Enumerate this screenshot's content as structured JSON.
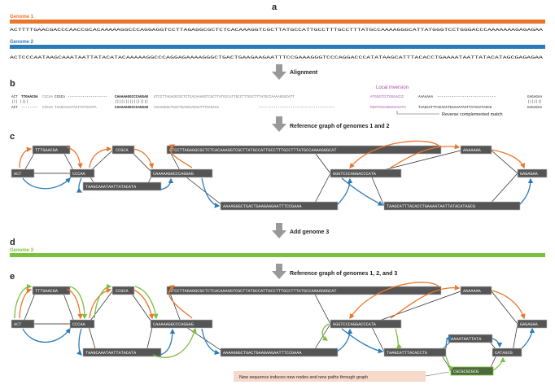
{
  "panels": {
    "a": "a",
    "b": "b",
    "c": "c",
    "d": "d",
    "e": "e"
  },
  "colors": {
    "genome1": "#e9762b",
    "genome2": "#2b7bb9",
    "genome3": "#7bbf3f",
    "node": "#555555",
    "inversion": "#a64ca6",
    "new_node": "#4d6b3a"
  },
  "genome1": {
    "name": "Genome 1",
    "sequence": "ACTTTTGAACGACCCAACCGCACAAAAAGGCCCAGGAGGTCCTTAGAGGCGCTCTCACAAAGGTCGCTTATGCCATTGCCTTTGCCTTTATGCCAAAAGGGCATTATGGGTCCTGGGACCCAAAAAAAGAGAGAA"
  },
  "genome2": {
    "name": "Genome 2",
    "sequence": "ACTCCCAATAAGCAAATAATTATACATACAAAAAGGCCCAGGAGAAAAGGGCTGACTGAAGAAGAATTTCCGAAAGGGTCCCAGGACCCATATAAGCATTTACACCTGAAAATAATTATACATAGCGAGAGAA"
  },
  "genome3": {
    "name": "Genome 3"
  },
  "steps": {
    "alignment": "Alignment",
    "ref12": "Reference  graph  of genomes 1 and 2",
    "add3": "Add genome 3",
    "ref123": "Reference graph of genomes 1, 2, and 3"
  },
  "alignment": {
    "local_inversion": "Local inversion",
    "revcomp": "Reverse complemented match",
    "row1": {
      "p1": "ACT",
      "p2": "TTGAACGA",
      "p3": "CCCAA",
      "p4": "CCGCA",
      "dash1": "-------------------",
      "p5": "CAAAAAGGCCCAGGAG",
      "p6": "GTCCTTAGAGGCGCTCTCACAAAGGTCGCTTATGCCATTGCCTTTGCCTTTATGCCAAAAGGGCATT",
      "p7": "ATGGGTCCTGGGACCC",
      "p8": "AAAAAAA",
      "dash2": "----------------------------",
      "p9": "GAGAGAA"
    },
    "bars_a": "|||  ||||",
    "bars_b": "||||||||||||||||",
    "bars_c": "|||||||",
    "row2": {
      "p1": "ACT",
      "dash1": "--------",
      "p3": "CCCAA",
      "p4": "TAAGCAAATAATTATACATA",
      "p5": "CAAAAAGGCCCAGGAG",
      "p6": "AAAAGGGCTGACTGAAGAAGAATTTCCGAAA",
      "dash2": "------------------------------------",
      "p7": "GGGTCCCAGGACCCATA",
      "p8": "TAAGCATTTACACCTGAAAATAATTATACATAGCG",
      "p9": "GAGAGAA"
    }
  },
  "nodes": {
    "act": "ACT",
    "ttt": "TTTGAACGA",
    "cccaa": "CCCAA",
    "ccgca": "CCGCA",
    "taag": "TAAGCAAATAATTATACATA",
    "caaaa": "CAAAAAGGCCCAGGAG",
    "gtcc": "GTCCTTAGAGGCGCTCTCACAAAGGTCGCTTATGCCATTGCCTTTGCCTTTATGCCAAAAGGGCAT",
    "aaaag": "AAAAGGGCTGACTGAAGAAGAATTTCCGAAA",
    "gggt": "GGGTCCCAGGACCCATA",
    "aaaaaaa": "AAAAAAA",
    "taagc": "TAAGCATTTACACCTGAAAATAATTATACATAGCG",
    "gagag": "GAGAGAA",
    "taagc3": "TAAGCATTTACACCTG",
    "aaaat": "AAAATAATTATA",
    "catagcg": "CATAGCG",
    "new": "CGCGCGCGCG"
  },
  "note": "New sequence induces new nodes and new paths through graph"
}
